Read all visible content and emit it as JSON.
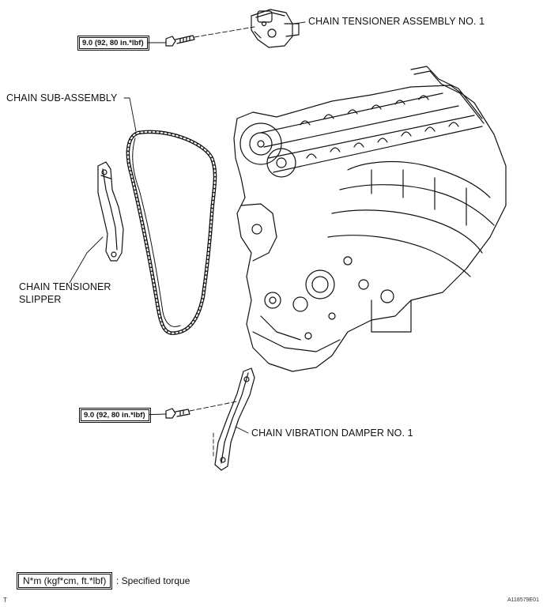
{
  "labels": {
    "tensioner_assembly": "CHAIN TENSIONER ASSEMBLY NO. 1",
    "chain_sub_assembly": "CHAIN SUB-ASSEMBLY",
    "tensioner_slipper_line1": "CHAIN TENSIONER",
    "tensioner_slipper_line2": "SLIPPER",
    "vibration_damper": "CHAIN VIBRATION DAMPER NO. 1"
  },
  "torque_specs": {
    "top": "9.0 (92, 80 in.*lbf)",
    "bottom": "9.0 (92, 80 in.*lbf)"
  },
  "legend": {
    "units": "N*m (kgf*cm, ft.*lbf)",
    "description": ": Specified torque"
  },
  "footer": {
    "corner_mark": "T",
    "figure_id": "A118579E01"
  }
}
